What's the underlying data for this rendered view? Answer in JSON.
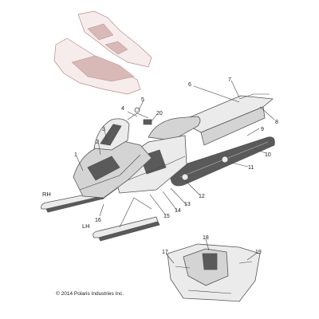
{
  "figure": {
    "copyright": "© 2014 Polaris Industries Inc.",
    "side_labels": {
      "rh": "RH",
      "lh": "LH"
    },
    "callouts": [
      "1",
      "2",
      "3",
      "4",
      "5",
      "6",
      "7",
      "8",
      "9",
      "10",
      "11",
      "12",
      "13",
      "14",
      "15",
      "16",
      "17",
      "18",
      "19",
      "20"
    ]
  },
  "colors": {
    "line": "#444444",
    "decal_faint": "#b98a8a",
    "body_gray": "#d4d4d4"
  }
}
